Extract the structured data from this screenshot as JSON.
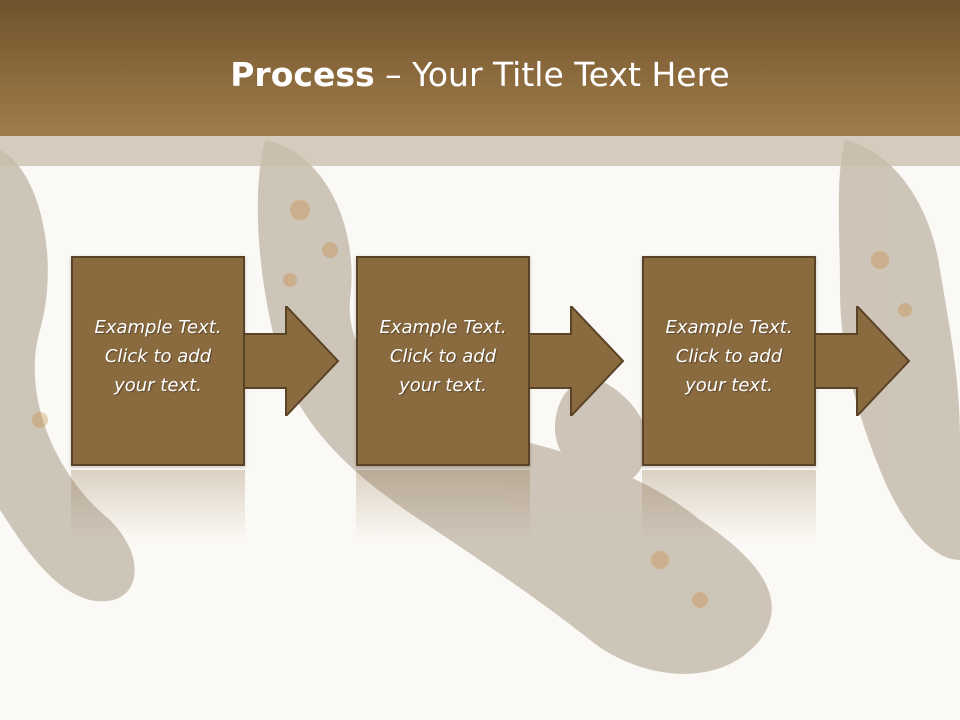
{
  "slide": {
    "title_bold": "Process",
    "title_rest": " – Your Title Text Here"
  },
  "steps": [
    {
      "text": "Example Text.\nClick  to add\nyour text."
    },
    {
      "text": "Example Text.\nClick  to add\nyour text."
    },
    {
      "text": "Example Text.\nClick  to add\nyour text."
    }
  ],
  "colors": {
    "header": "#8b6a3d",
    "box_fill": "#8a6b40",
    "box_border": "#5a4326",
    "background": "#fbf9f5"
  },
  "icons": [
    "right-arrow-icon",
    "fish-silhouette"
  ]
}
